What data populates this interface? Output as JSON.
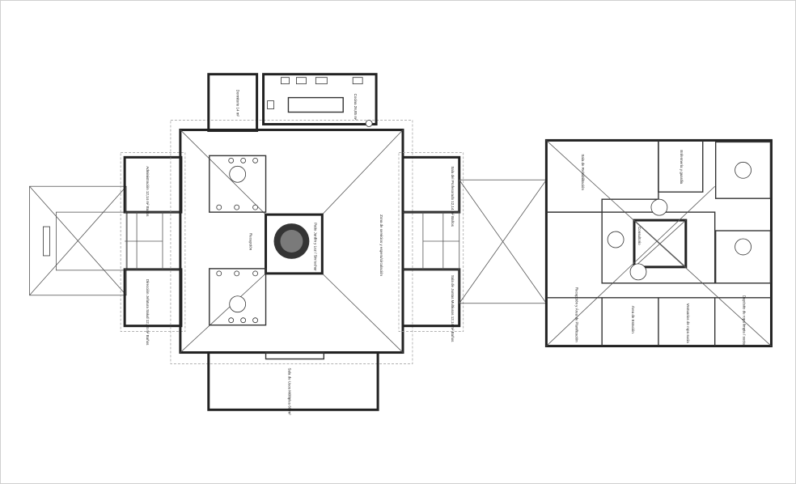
{
  "plan": {
    "rooms": {
      "dormitorio": "Dormitorio 14 m²",
      "cocina": "Cocina 26,85 m²",
      "administracion": "Administración 12,14 m² Baños",
      "direccion": "Dirección Jefatura Salud 12,14 m² Baños",
      "recepcion": "Recepción",
      "patio": "Patio Jardín y Luz / Sin techar",
      "zona_espera": "Zona de servicios y espera/circulación",
      "sala_profesorado": "Sala del Profesorado 12,14 m² Baños",
      "sala_juntas": "Sala de Juntas Multiusos 12,14 m² Baños",
      "sala_usos": "Sala de Usos Múltiples 60 m²",
      "rehabilitacion": "Sala de Rehabilitación",
      "enfermeria": "Enfermería y guardia",
      "consultorio": "Consultorio",
      "recepcion_planificacion": "Recepción y Área de Planificación",
      "area_estacion": "Área de Estación",
      "vestuarios": "Vestuarios de ropa sucia",
      "deposito": "Depósito de ropa limpia / sucia"
    },
    "colors": {
      "walls": "#222222",
      "background": "#ffffff"
    }
  }
}
